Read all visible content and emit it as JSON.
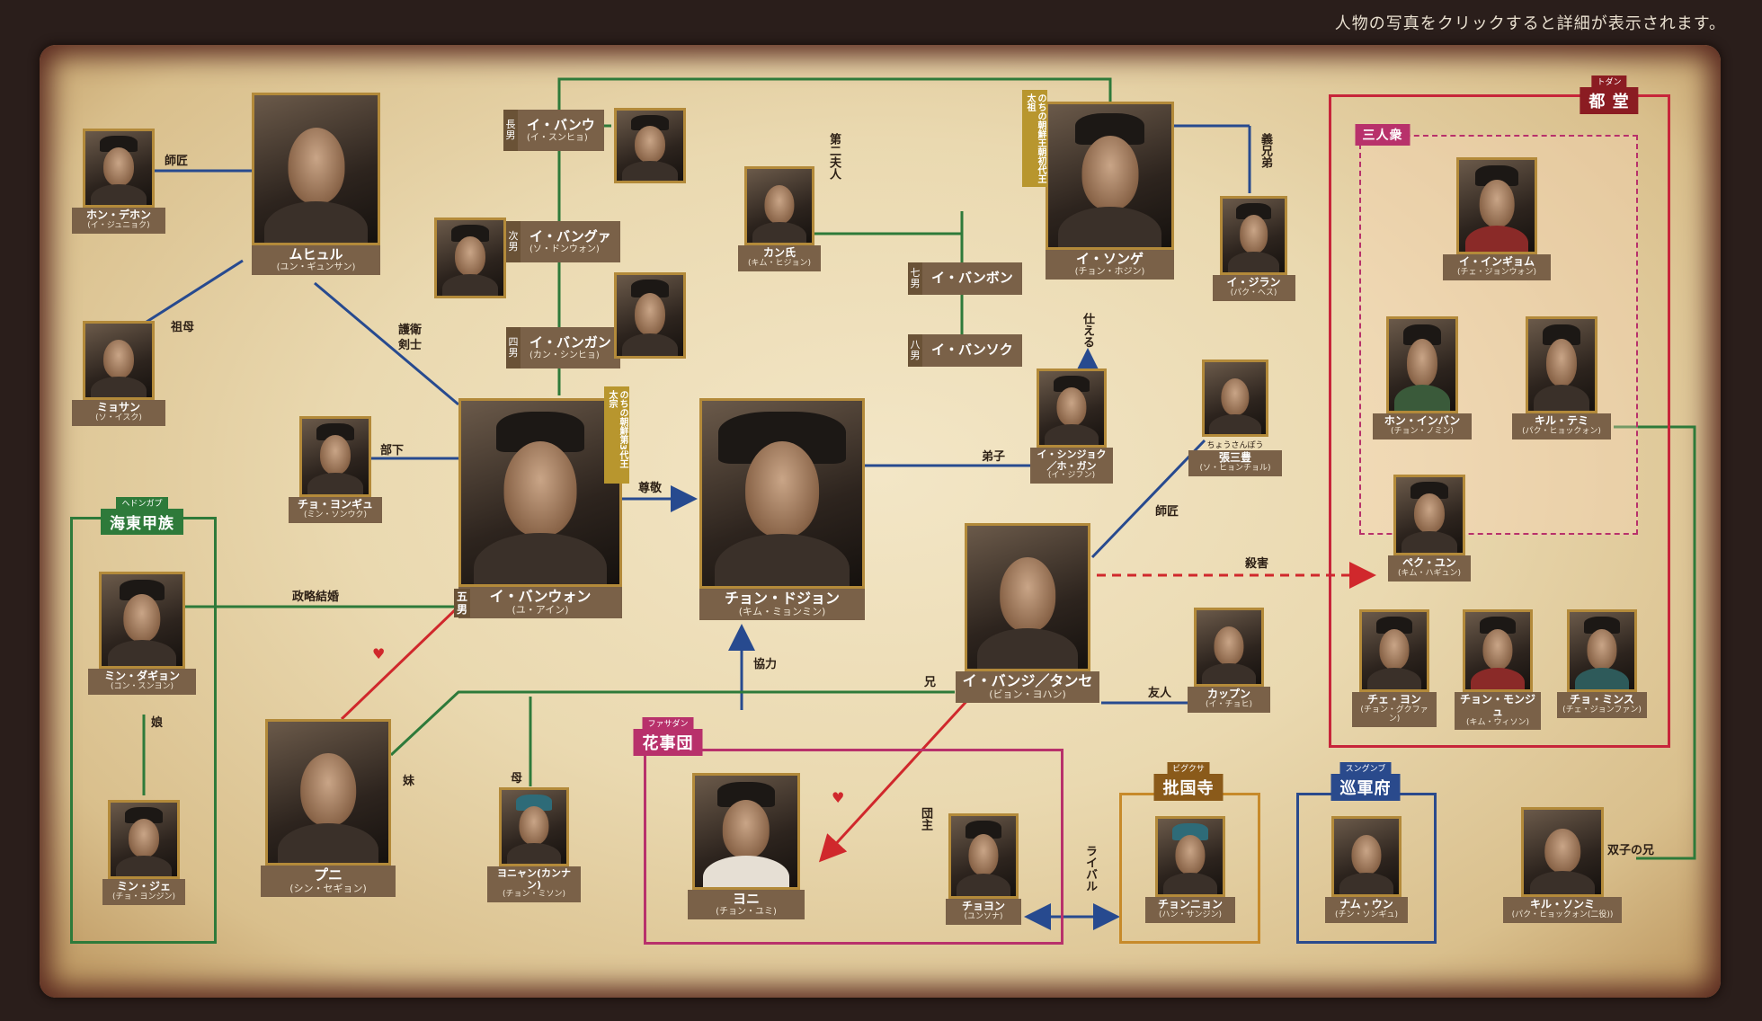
{
  "notice": "人物の写真をクリックすると詳細が表示されます。",
  "colors": {
    "green": "#2e7a3a",
    "blue": "#274a8f",
    "red": "#d0282c",
    "magenta": "#b8316b",
    "orange": "#c78a2a",
    "darkblue": "#2a4a8c",
    "gold": "#b8962e",
    "namebox": "#7a6148"
  },
  "people": {
    "hon_dehon": {
      "name": "ホン・デホン",
      "actor": "(イ・ジュニョク)"
    },
    "muhyul": {
      "name": "ムヒュル",
      "actor": "(ユン・ギュンサン)"
    },
    "myosan": {
      "name": "ミョサン",
      "actor": "(ソ・イスク)"
    },
    "yi_bangwoo": {
      "ord": "長男",
      "name": "イ・バンウ",
      "actor": "(イ・スンヒョ)"
    },
    "yi_banggwa": {
      "ord": "次男",
      "name": "イ・バングァ",
      "actor": "(ソ・ドンウォン)"
    },
    "yi_banggan": {
      "ord": "四男",
      "name": "イ・バンガン",
      "actor": "(カン・シンヒョ)"
    },
    "lady_kang": {
      "name": "カン氏",
      "actor": "(キム・ヒジョン)"
    },
    "yi_seonggye": {
      "name": "イ・ソンゲ",
      "actor": "(チョン・ホジン)",
      "title": "のちの朝鮮王朝初代王 太祖"
    },
    "yi_jiran": {
      "name": "イ・ジラン",
      "actor": "(パク・ヘス)"
    },
    "yi_bangbeon": {
      "ord": "七男",
      "name": "イ・バンボン"
    },
    "yi_bangseok": {
      "ord": "八男",
      "name": "イ・バンソク"
    },
    "cho_younggyu": {
      "name": "チョ・ヨンギュ",
      "actor": "(ミン・ソンウク)"
    },
    "yi_bangwon": {
      "ord": "五男",
      "name": "イ・バンウォン",
      "actor": "(ユ・アイン)",
      "title": "のちの朝鮮第3代王 太宗"
    },
    "jeong_dojeon": {
      "name": "チョン・ドジョン",
      "actor": "(キム・ミョンミン)"
    },
    "yi_sinjeok": {
      "name": "イ・シンジョク／ホ・ガン",
      "actor": "(イ・ジフン)"
    },
    "jang_sampung": {
      "ruby": "ちょうさんぽう",
      "name": "張三豊",
      "actor": "(ソ・ヒョンチョル)"
    },
    "min_dagyeong": {
      "name": "ミン・ダギョン",
      "actor": "(コン・スンヨン)"
    },
    "min_je": {
      "name": "ミン・ジェ",
      "actor": "(チョ・ヨンジン)"
    },
    "yi_bangji": {
      "name": "イ・バンジ／タンセ",
      "actor": "(ビョン・ヨハン)"
    },
    "gappun": {
      "name": "カップン",
      "actor": "(イ・チョヒ)"
    },
    "bunyi": {
      "name": "プニ",
      "actor": "(シン・セギョン)"
    },
    "yeonhyang": {
      "name": "ヨニャン(カンナン)",
      "actor": "(チョン・ミソン)"
    },
    "yeonhee": {
      "name": "ヨニ",
      "actor": "(チョン・ユミ)"
    },
    "choyoung": {
      "name": "チョヨン",
      "actor": "(ユンソナ)"
    },
    "jeong_nyeon": {
      "name": "チョンニョン",
      "actor": "(ハン・サンジン)"
    },
    "nam_eun": {
      "name": "ナム・ウン",
      "actor": "(チン・ソンギュ)"
    },
    "yi_ingyeom": {
      "name": "イ・インギョム",
      "actor": "(チェ・ジョンウォン)"
    },
    "hong_inbang": {
      "name": "ホン・インバン",
      "actor": "(チョン・ノミン)"
    },
    "gil_taemi": {
      "name": "キル・テミ",
      "actor": "(パク・ヒョックォン)"
    },
    "baek_yun": {
      "name": "ペク・ユン",
      "actor": "(キム・ハギュン)"
    },
    "choe_yeong": {
      "name": "チェ・ヨン",
      "actor": "(チョン・グクファン)"
    },
    "jeong_mongju": {
      "name": "チョン・モンジュ",
      "actor": "(キム・ウィソン)"
    },
    "jo_minsu": {
      "name": "チョ・ミンス",
      "actor": "(チェ・ジョンファン)"
    },
    "gil_sunmi": {
      "name": "キル・ソンミ",
      "actor": "(パク・ヒョックォン(二役))"
    }
  },
  "groups": {
    "haedong": {
      "ruby": "ヘドンガプ",
      "name": "海東甲族"
    },
    "dodang": {
      "ruby": "トダン",
      "name": "都 堂"
    },
    "sanin": {
      "name": "三人衆"
    },
    "hwasadan": {
      "ruby": "ファサダン",
      "name": "花事団"
    },
    "bigguksa": {
      "ruby": "ビグクサ",
      "name": "批国寺"
    },
    "sungunbu": {
      "ruby": "スングンブ",
      "name": "巡軍府"
    }
  },
  "relations": {
    "master": "師匠",
    "grandmother": "祖母",
    "bodyguard": "護衛剣士",
    "subordinate": "部下",
    "respect": "尊敬",
    "political_marriage": "政略結婚",
    "second_wife": "第二夫人",
    "sworn_brother": "義兄弟",
    "serve": "仕える",
    "disciple": "弟子",
    "master2": "師匠",
    "murder": "殺害",
    "cooperation": "協力",
    "older_brother": "兄",
    "friend": "友人",
    "daughter": "娘",
    "younger_sister": "妹",
    "mother": "母",
    "leader": "団主",
    "rival": "ライバル",
    "twin_brother": "双子の兄"
  }
}
